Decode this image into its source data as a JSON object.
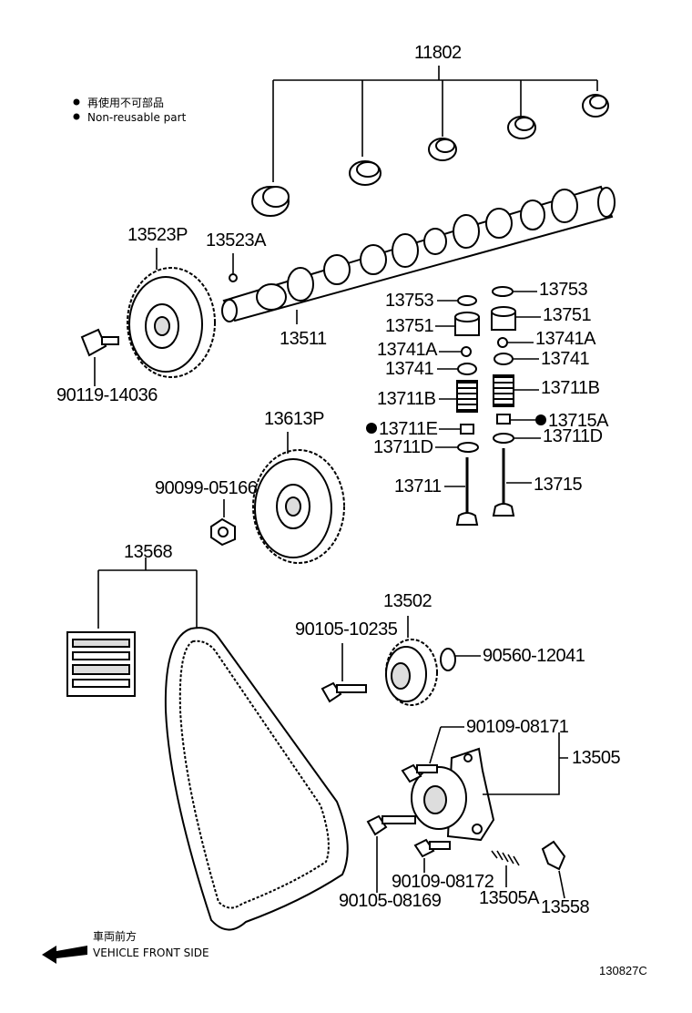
{
  "legend": {
    "non_reusable_jp": "再使用不可部品",
    "non_reusable_en": "Non-reusable part"
  },
  "direction": {
    "jp": "車両前方",
    "en": "VEHICLE FRONT SIDE"
  },
  "reference_code": "130827C",
  "parts": {
    "p11802": "11802",
    "p13523P": "13523P",
    "p13523A": "13523A",
    "p13511": "13511",
    "p90119_14036": "90119-14036",
    "p13753_left": "13753",
    "p13753_right": "13753",
    "p13751_left": "13751",
    "p13751_right": "13751",
    "p13741A_left": "13741A",
    "p13741A_right": "13741A",
    "p13741_left": "13741",
    "p13741_right": "13741",
    "p13711B_left": "13711B",
    "p13711B_right": "13711B",
    "p13711E": "13711E",
    "p13715A": "13715A",
    "p13711D_left": "13711D",
    "p13711D_right": "13711D",
    "p13711": "13711",
    "p13715": "13715",
    "p13613P": "13613P",
    "p90099_05166": "90099-05166",
    "p13568": "13568",
    "p13502": "13502",
    "p90105_10235": "90105-10235",
    "p90560_12041": "90560-12041",
    "p90109_08171": "90109-08171",
    "p13505": "13505",
    "p90109_08172": "90109-08172",
    "p13505A": "13505A",
    "p13558": "13558",
    "p90105_08169": "90105-08169"
  }
}
